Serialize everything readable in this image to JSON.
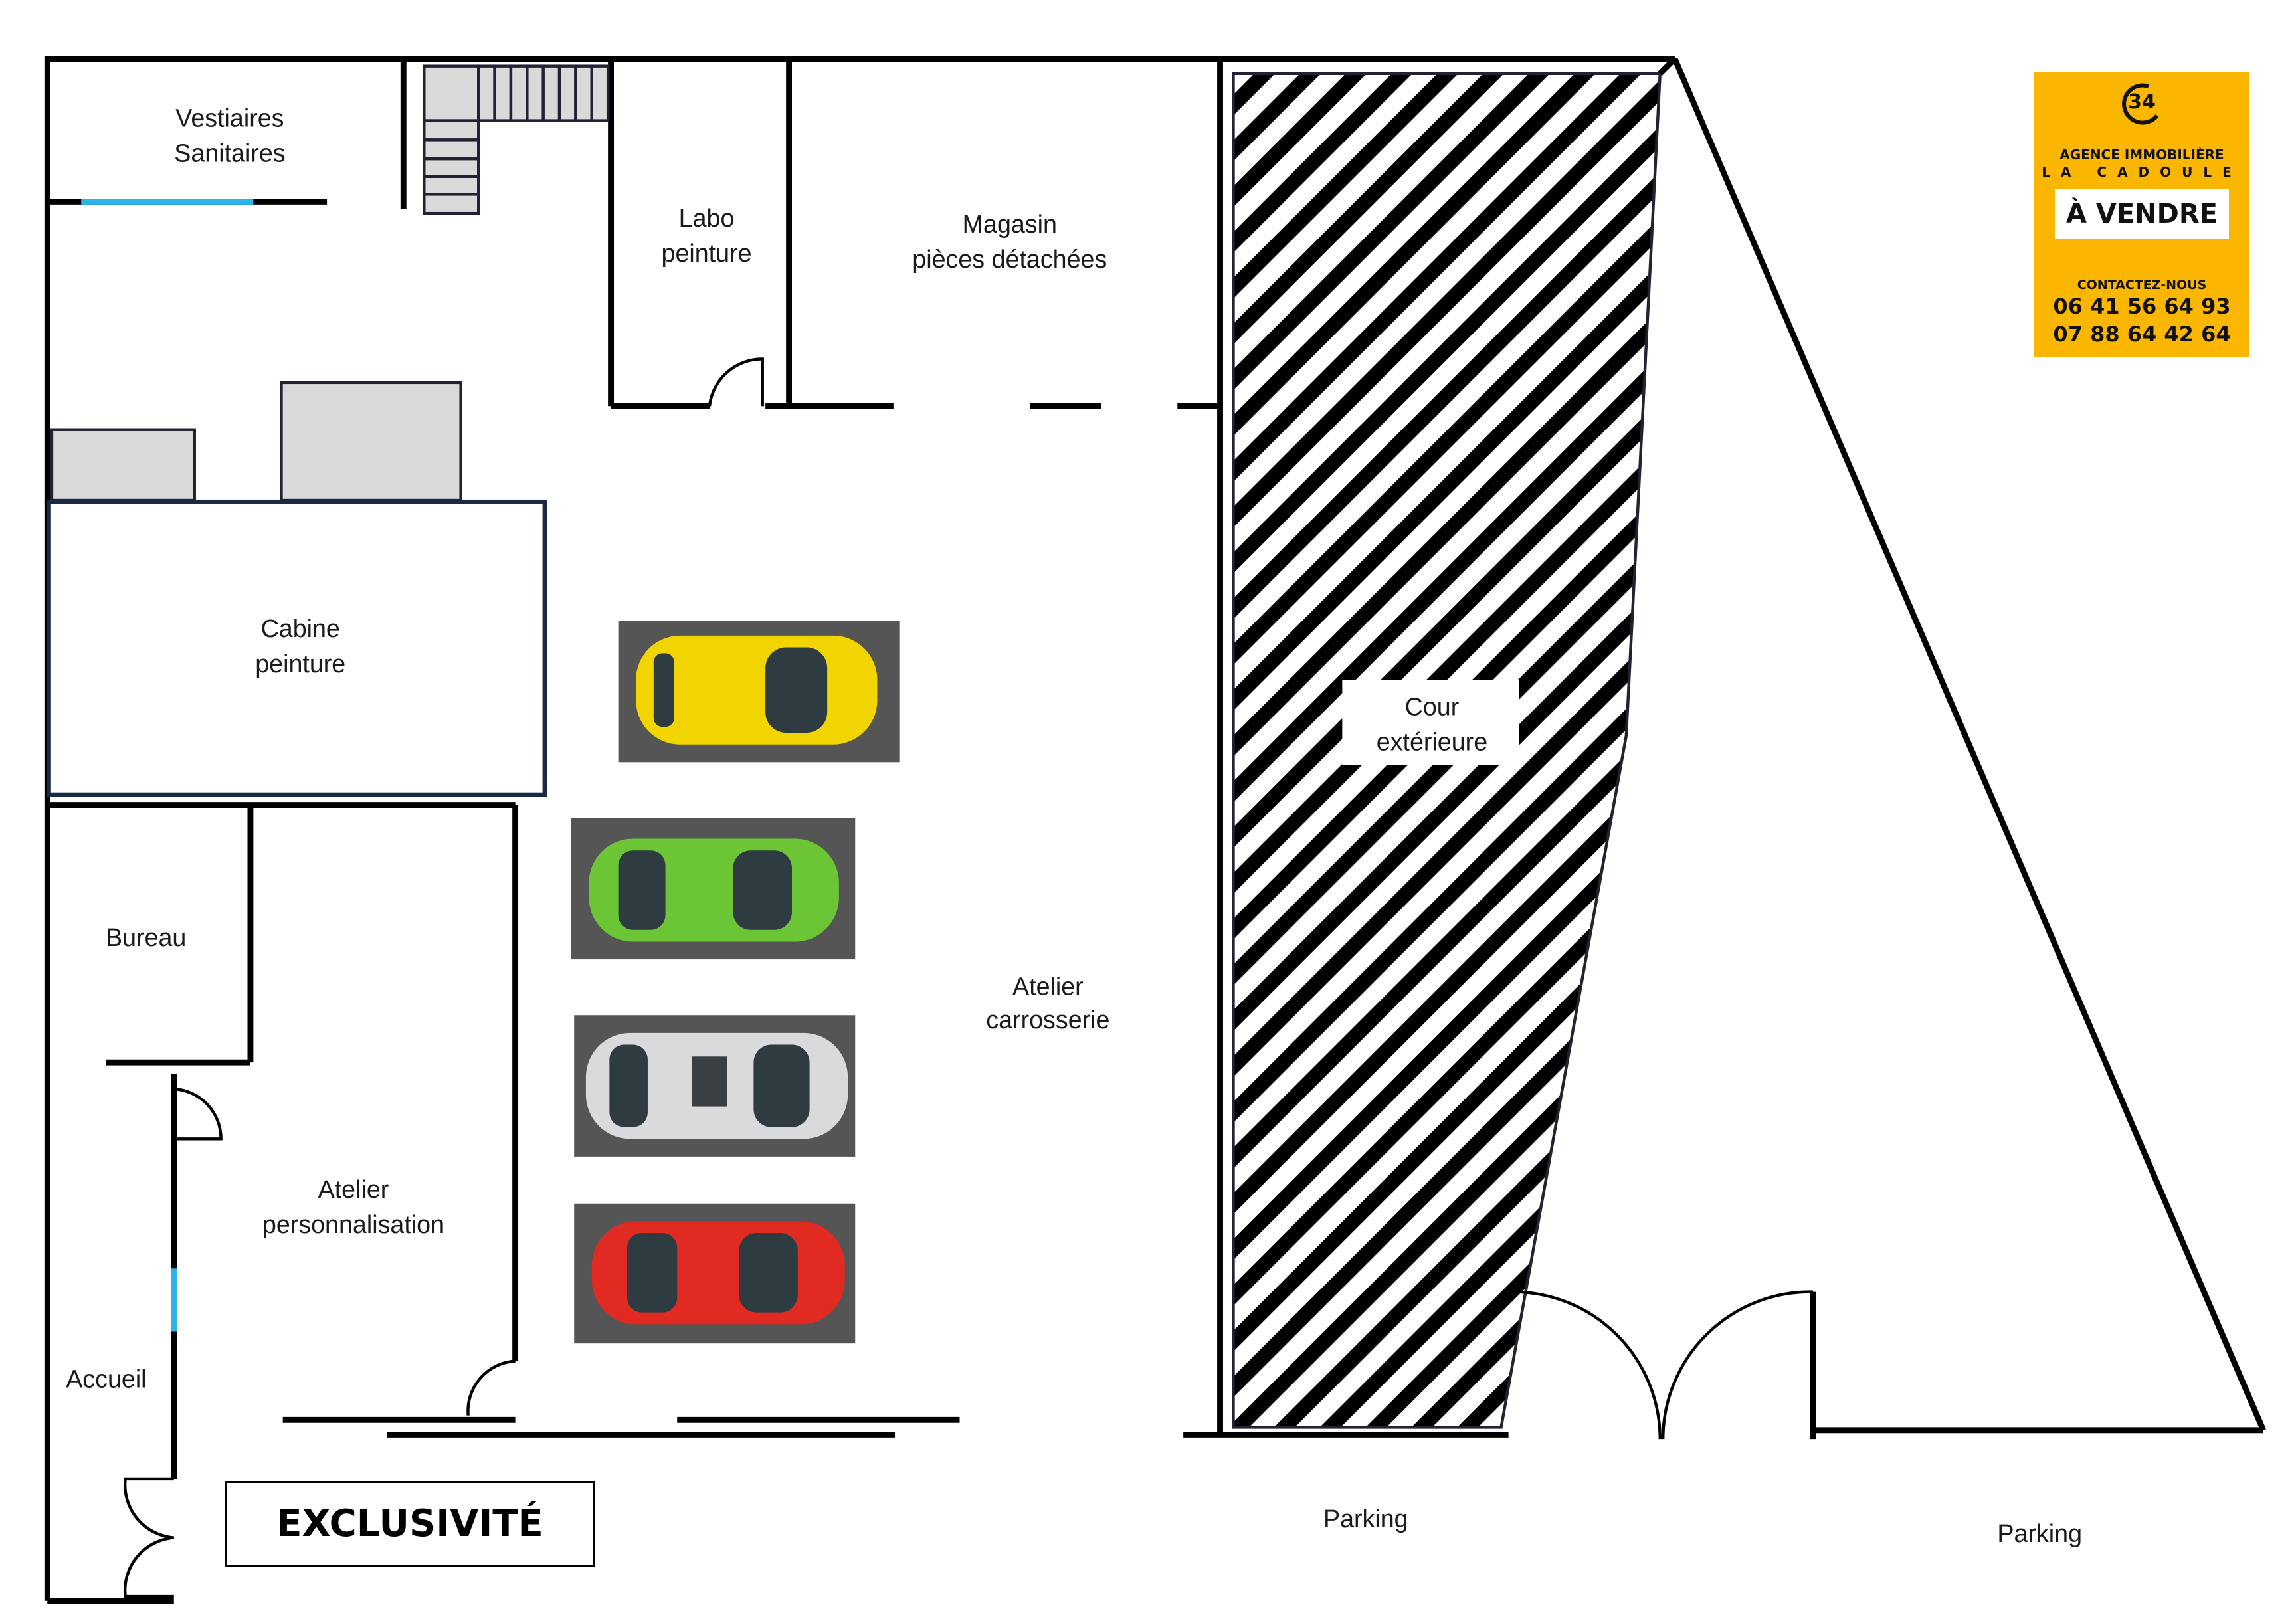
{
  "rooms": {
    "vestiaires": [
      "Vestiaires",
      "Sanitaires"
    ],
    "labo": [
      "Labo",
      "peinture"
    ],
    "magasin": [
      "Magasin",
      "pièces détachées"
    ],
    "cabine": [
      "Cabine",
      "peinture"
    ],
    "bureau": "Bureau",
    "atelier_carrosserie": [
      "Atelier",
      "carrosserie"
    ],
    "atelier_perso": [
      "Atelier",
      "personnalisation"
    ],
    "accueil": "Accueil",
    "cour": [
      "Cour",
      "extérieure"
    ],
    "parking_1": "Parking",
    "parking_2": "Parking"
  },
  "badge": {
    "logo_number": "34",
    "agency_line1": "AGENCE IMMOBILIÈRE",
    "agency_line2": "LA CADOULE",
    "sale_label": "À VENDRE",
    "contact_label": "CONTACTEZ-NOUS",
    "phones": [
      "06 41 56 64 93",
      "07 88 64 42 64"
    ],
    "color": "#fbb600"
  },
  "exclusivity_label": "EXCLUSIVITÉ",
  "colors": {
    "wall": "#000000",
    "window": "#2ab4e8",
    "equipment": "#d9d9d9",
    "parking_bay": "#555555"
  },
  "cars": [
    {
      "color": "#f2d500"
    },
    {
      "color": "#6cc534"
    },
    {
      "color": "#d8dadc"
    },
    {
      "color": "#e02a22"
    }
  ]
}
